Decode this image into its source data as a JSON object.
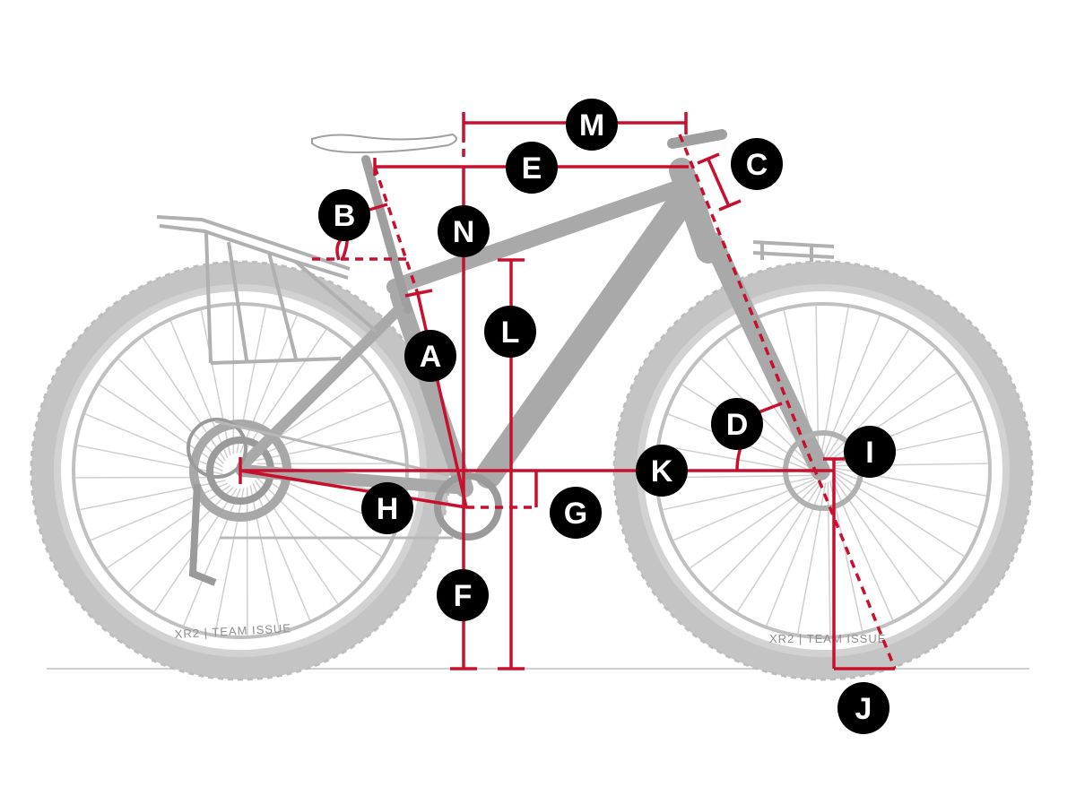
{
  "tire_sidewall": {
    "rear": "XR2 | TEAM ISSUE",
    "front": "XR2 | TEAM ISSUE"
  },
  "labels": {
    "A": "A",
    "B": "B",
    "C": "C",
    "D": "D",
    "E": "E",
    "F": "F",
    "G": "G",
    "H": "H",
    "I": "I",
    "J": "J",
    "K": "K",
    "L": "L",
    "M": "M",
    "N": "N"
  },
  "colors": {
    "measurement": "#c8102e",
    "bike": "#b5b5b5",
    "badge": "#000000"
  }
}
